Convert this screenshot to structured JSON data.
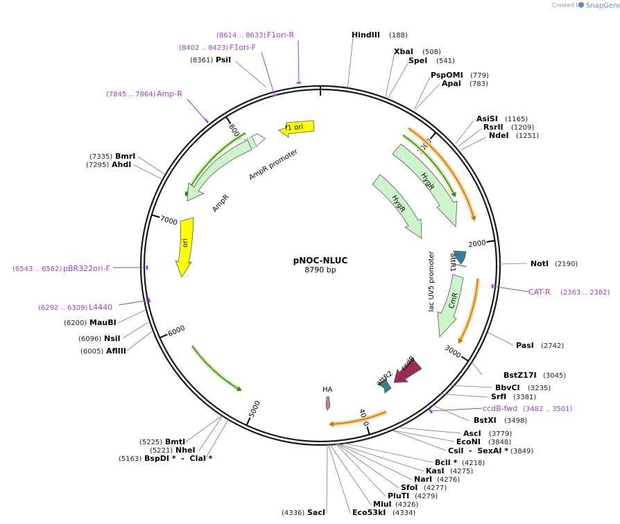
{
  "app": {
    "created_by": "Created by",
    "brand": "SnapGene"
  },
  "plasmid": {
    "name": "pNOC-NLUC",
    "length_label": "8790 bp",
    "length_bp": 8790
  },
  "ticks": [
    {
      "bp": 1000,
      "label": "1000"
    },
    {
      "bp": 2000,
      "label": "2000"
    },
    {
      "bp": 3000,
      "label": "3000"
    },
    {
      "bp": 4000,
      "label": "4000"
    },
    {
      "bp": 5000,
      "label": "5000"
    },
    {
      "bp": 6000,
      "label": "6000"
    },
    {
      "bp": 7000,
      "label": "7000"
    },
    {
      "bp": 8000,
      "label": "8000"
    }
  ],
  "enzymes": [
    {
      "name": "HindIII",
      "pos": "(188)",
      "bp": 188
    },
    {
      "name": "XbaI",
      "pos": "(508)",
      "bp": 508
    },
    {
      "name": "SpeI",
      "pos": "(541)",
      "bp": 541
    },
    {
      "name": "PspOMI",
      "pos": "(779)",
      "bp": 779
    },
    {
      "name": "ApaI",
      "pos": "(783)",
      "bp": 783
    },
    {
      "name": "AsiSI",
      "pos": "(1165)",
      "bp": 1165
    },
    {
      "name": "RsrII",
      "pos": "(1209)",
      "bp": 1209
    },
    {
      "name": "NdeI",
      "pos": "(1251)",
      "bp": 1251
    },
    {
      "name": "NotI",
      "pos": "(2190)",
      "bp": 2190
    },
    {
      "name": "PasI",
      "pos": "(2742)",
      "bp": 2742
    },
    {
      "name": "BstZ17I",
      "pos": "(3045)",
      "bp": 3045
    },
    {
      "name": "BbvCI",
      "pos": "(3235)",
      "bp": 3235
    },
    {
      "name": "SrfI",
      "pos": "(3381)",
      "bp": 3381
    },
    {
      "name": "BstXI",
      "pos": "(3498)",
      "bp": 3498
    },
    {
      "name": "AscI",
      "pos": "(3779)",
      "bp": 3779
    },
    {
      "name": "EcoNI",
      "pos": "(3848)",
      "bp": 3848
    },
    {
      "name": "CsiI  -  SexAI *",
      "pos": "(3849)",
      "bp": 3849
    },
    {
      "name": "BclI *",
      "pos": "(4218)",
      "bp": 4218
    },
    {
      "name": "KasI",
      "pos": "(4275)",
      "bp": 4275
    },
    {
      "name": "NarI",
      "pos": "(4276)",
      "bp": 4276
    },
    {
      "name": "SfoI",
      "pos": "(4277)",
      "bp": 4277
    },
    {
      "name": "PluTI",
      "pos": "(4279)",
      "bp": 4279
    },
    {
      "name": "MluI",
      "pos": "(4326)",
      "bp": 4326
    },
    {
      "name": "Eco53kI",
      "pos": "(4334)",
      "bp": 4334
    },
    {
      "name": "SacI",
      "pos": "(4336)",
      "bp": 4336
    },
    {
      "name": "BspDI *  -  ClaI *",
      "pos": "(5163)",
      "bp": 5163
    },
    {
      "name": "NheI",
      "pos": "(5221)",
      "bp": 5221
    },
    {
      "name": "BmtI",
      "pos": "(5225)",
      "bp": 5225
    },
    {
      "name": "AflIII",
      "pos": "(6005)",
      "bp": 6005
    },
    {
      "name": "NsiI",
      "pos": "(6096)",
      "bp": 6096
    },
    {
      "name": "MauBI",
      "pos": "(6200)",
      "bp": 6200
    },
    {
      "name": "AhdI",
      "pos": "(7295)",
      "bp": 7295
    },
    {
      "name": "BmrI",
      "pos": "(7335)",
      "bp": 7335
    },
    {
      "name": "PsiI",
      "pos": "(8361)",
      "bp": 8361
    }
  ],
  "primers": [
    {
      "name": "F1ori-R",
      "range": "(8614 .. 8633)"
    },
    {
      "name": "F1ori-F",
      "range": "(8402 .. 8423)"
    },
    {
      "name": "Amp-R",
      "range": "(7845 .. 7864)"
    },
    {
      "name": "pBR322ori-F",
      "range": "(6543 .. 6562)"
    },
    {
      "name": "L4440",
      "range": "(6292 .. 6309)"
    },
    {
      "name": "CAT-R",
      "range": "(2363 .. 2382)"
    },
    {
      "name": "ccdB-fwd",
      "range": "(3482 .. 3501)"
    }
  ],
  "features": {
    "f1_ori": "f1 ori",
    "ampr_promoter": "AmpR promoter",
    "ampr": "AmpR",
    "ori": "ori",
    "hygr_outer": "HygR",
    "hygr_inner": "HygR",
    "attr1": "attR1",
    "lac_uv5": "lac UV5 promoter",
    "cmr": "CmR",
    "ccdb": "ccdB",
    "attr2": "attR2",
    "ha": "HA"
  },
  "colors": {
    "backbone": "#1a1a1a",
    "primer": "#a63bd1",
    "ori_yellow": "#ffff00",
    "marker_green": "#ccf5cc",
    "attr_teal": "#2f7f96",
    "ccdb_maroon": "#9b2b5b",
    "orf_orange": "#f5b84c",
    "orf_green": "#3d8a1e"
  }
}
